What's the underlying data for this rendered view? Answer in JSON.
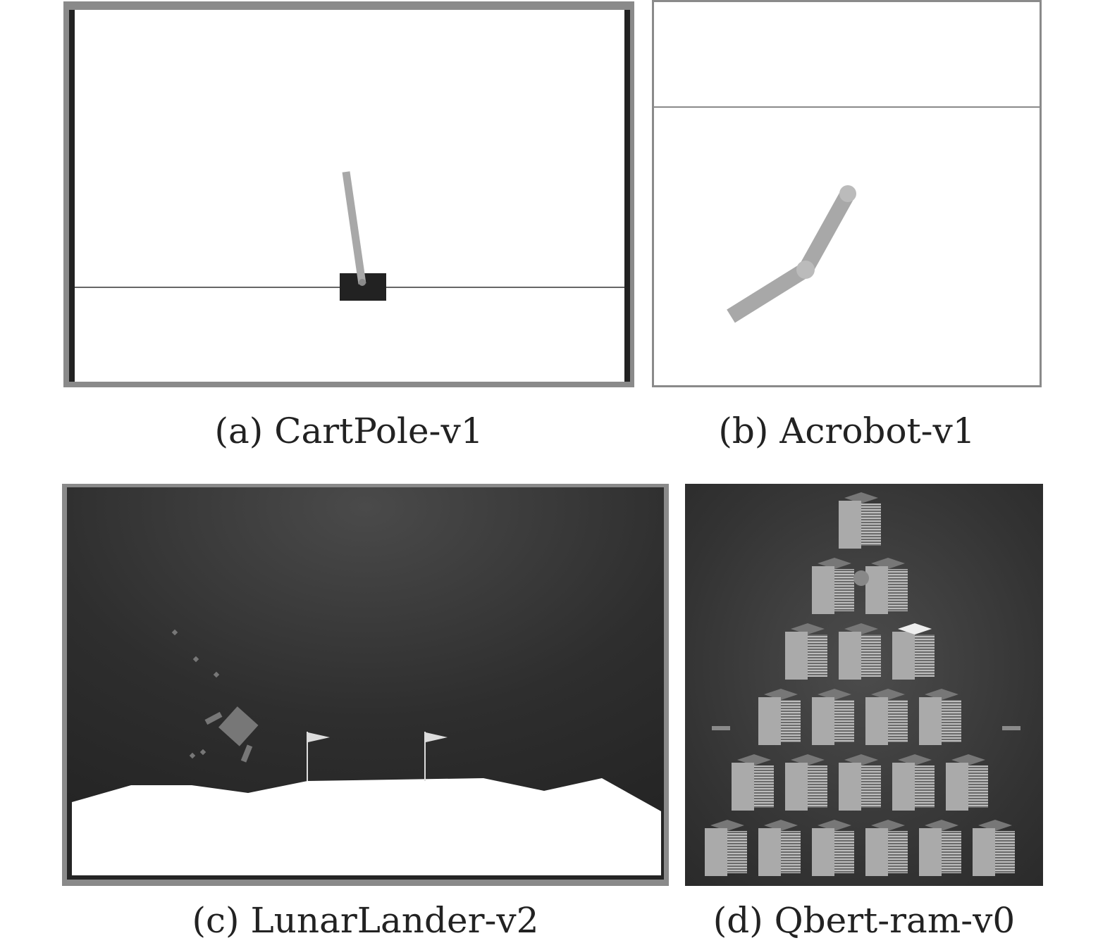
{
  "figure": {
    "panels": [
      {
        "id": "a",
        "caption": "(a) CartPole-v1"
      },
      {
        "id": "b",
        "caption": "(b) Acrobot-v1"
      },
      {
        "id": "c",
        "caption": "(c) LunarLander-v2"
      },
      {
        "id": "d",
        "caption": "(d) Qbert-ram-v0"
      }
    ]
  },
  "colors": {
    "frame_gray": "#8a8a8a",
    "cart": "#222222",
    "pole": "#a8a8a8",
    "space": "#2c2c2c",
    "ground": "#ffffff",
    "cube_face": "#aaaaaa",
    "cube_top": "#777777"
  }
}
